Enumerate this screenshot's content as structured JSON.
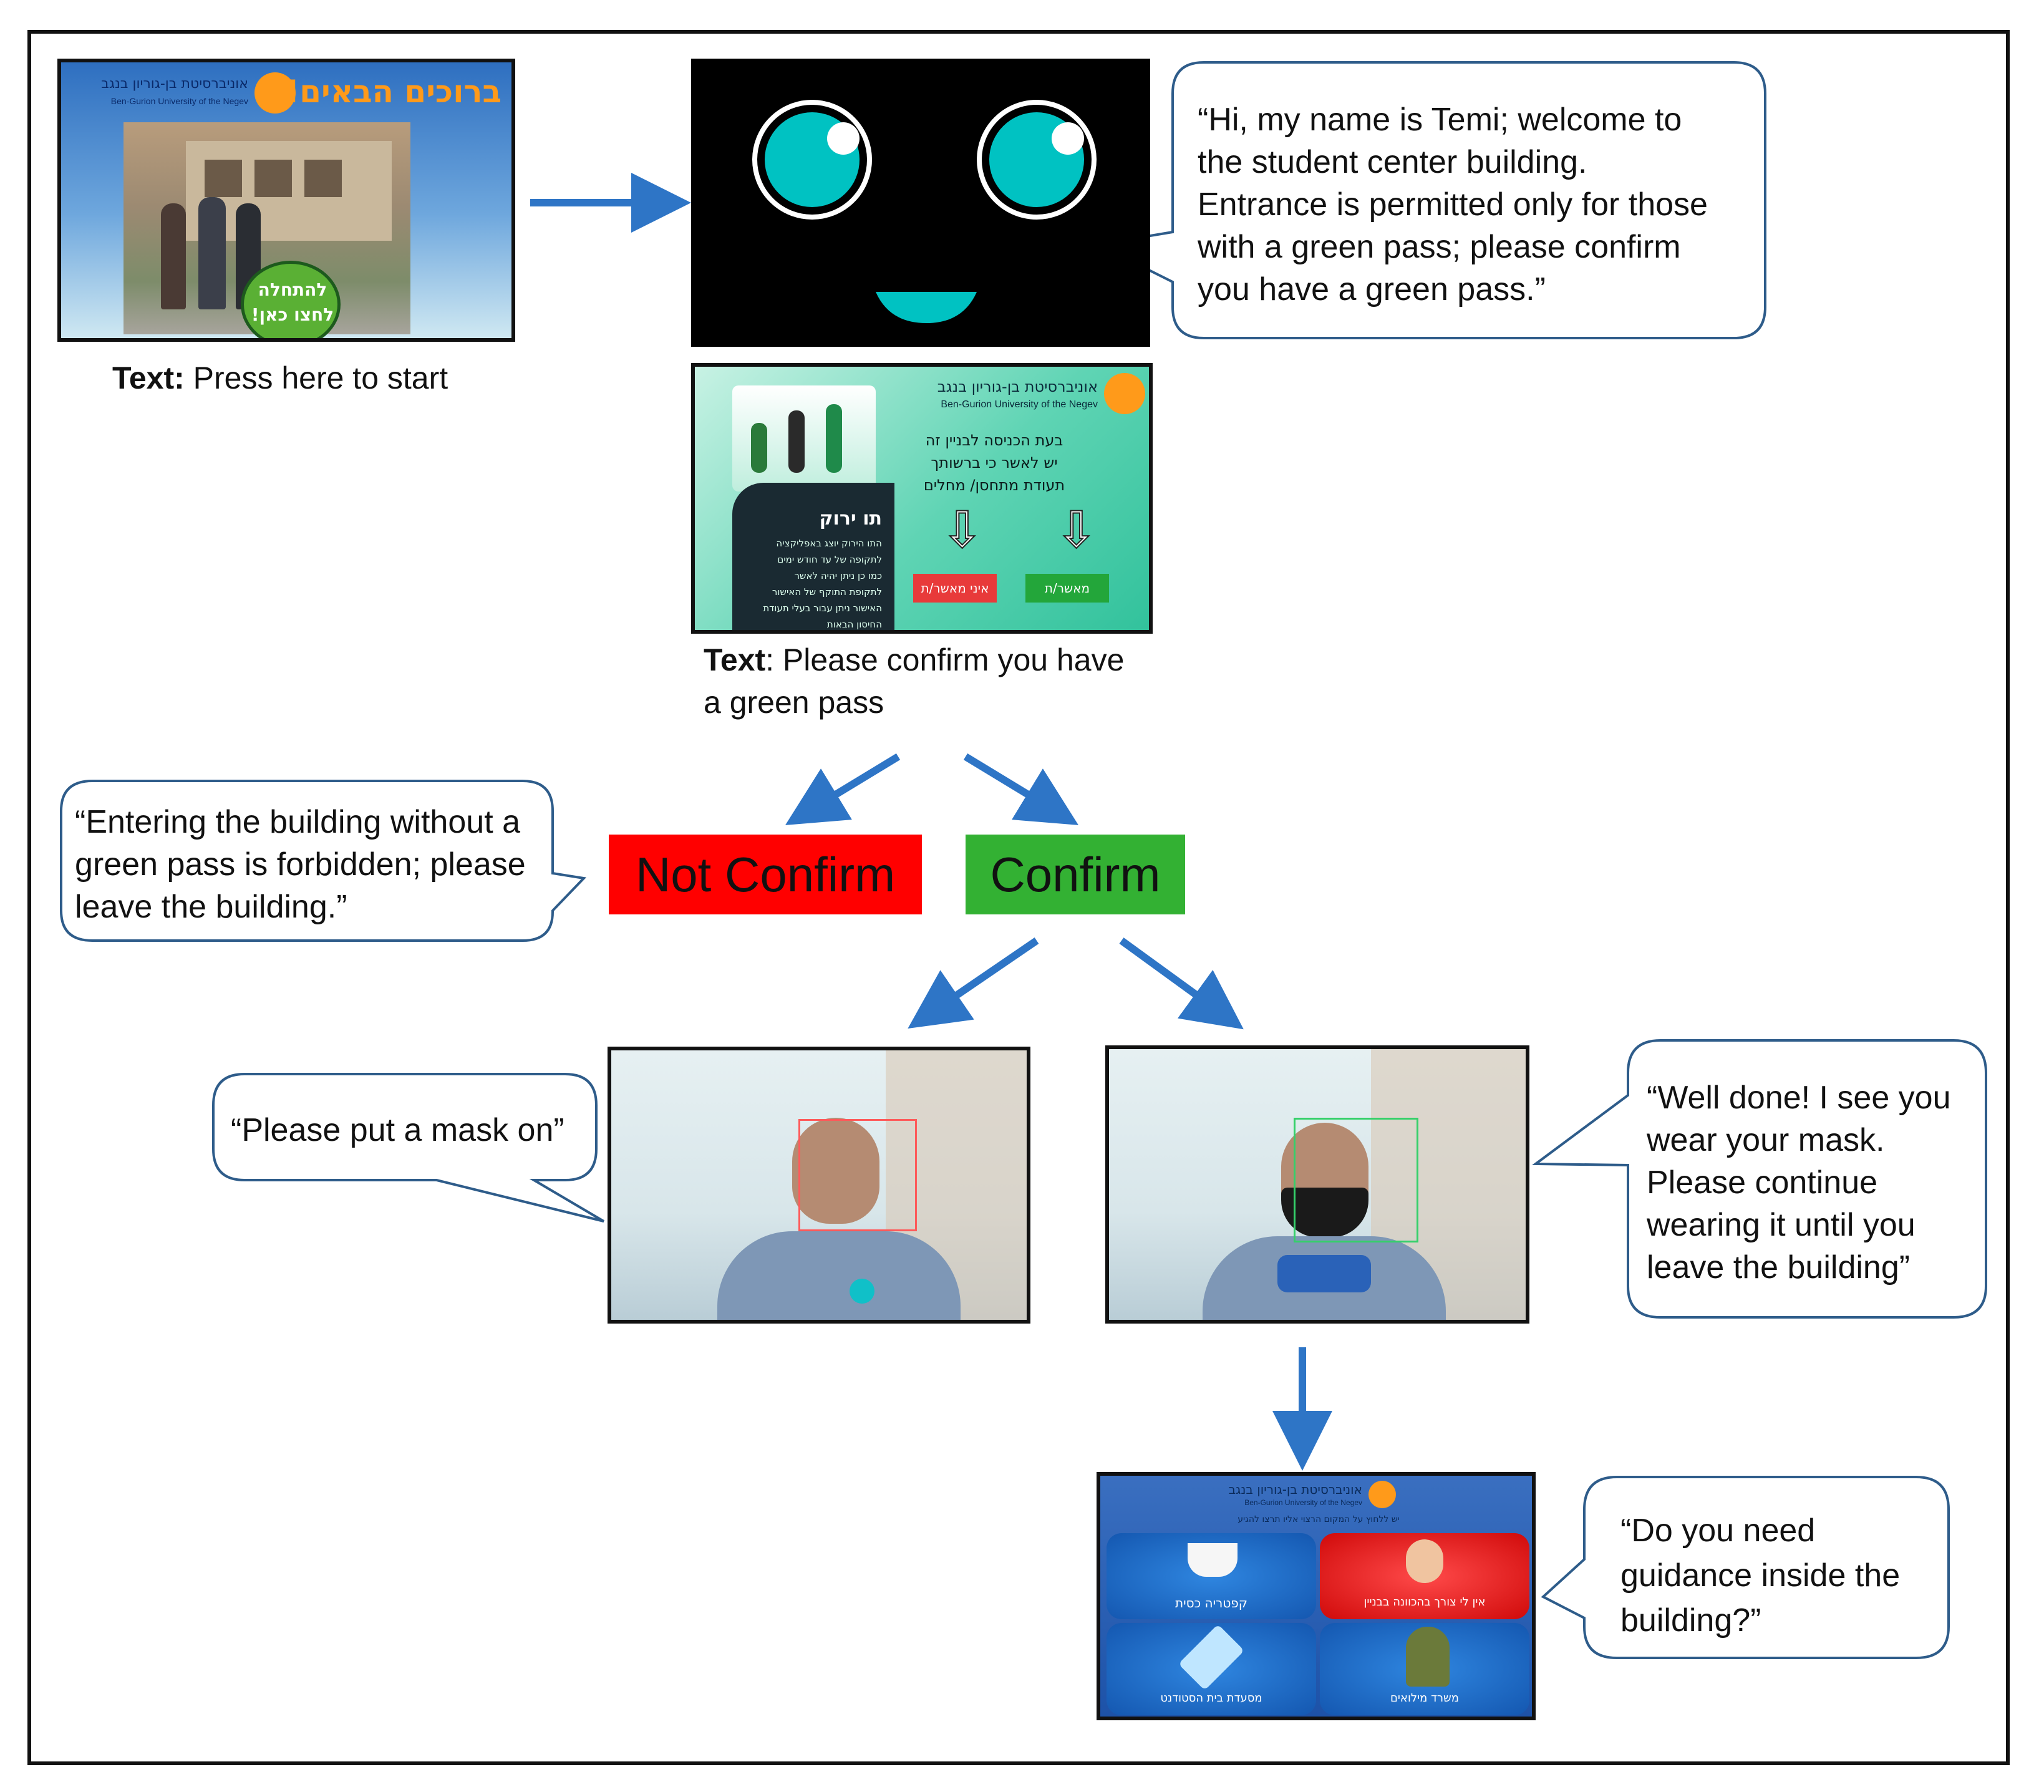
{
  "colors": {
    "arrow": "#2e75c6",
    "not_confirm": "#ff0000",
    "confirm": "#33b133",
    "bubble_border": "#2e5c8a",
    "teal": "#00c2c2"
  },
  "start_screen": {
    "welcome_heb": "ברוכים הבאים!",
    "university_heb": "אוניברסיטת בן-גוריון בנגב",
    "university_en": "Ben-Gurion University of the Negev",
    "start_button_heb_1": "להתחלה",
    "start_button_heb_2": "לחצו כאן!",
    "caption_bold": "Text:",
    "caption": " Press here to start"
  },
  "robot_speech": {
    "lines": [
      "“Hi, my name is Temi; welcome to",
      "the student center building.",
      "Entrance is permitted only for those",
      "with a green pass; please confirm",
      "you have a green pass.”"
    ]
  },
  "pass_screen": {
    "university_heb": "אוניברסיטת בן-גוריון בנגב",
    "university_en": "Ben-Gurion University of the Negev",
    "instruction_heb_1": "בעת הכניסה לבניין זה",
    "instruction_heb_2": "יש לאשר כי ברשותך",
    "instruction_heb_3": "תעודת מתחסן/ מחלים",
    "green_pass_heb": "תו ירוק",
    "info_heb_1": "התו הירוק יוצג באפליקציה",
    "info_heb_2": "לתקופה של עד חודש ימים",
    "info_heb_3": "כמו כן ניתן יהיה לאשר",
    "info_heb_4": "לתקופת התוקף של האישור",
    "info_heb_5": "האישור ניתן עבור בעלי תעודת",
    "info_heb_6": "החיסון הבאות",
    "not_confirm_heb": "איני מאשר/ת",
    "confirm_heb": "מאשר/ת",
    "caption_bold": "Text",
    "caption_1": ": Please confirm you have",
    "caption_2": "a green pass"
  },
  "forbidden_speech": {
    "lines": [
      "“Entering the building without a",
      "green pass is forbidden; please",
      "leave the building.”"
    ]
  },
  "buttons": {
    "not_confirm": "Not Confirm",
    "confirm": "Confirm"
  },
  "mask_speech": {
    "text": "“Please put a mask on”"
  },
  "well_done_speech": {
    "lines": [
      "“Well done! I see you",
      "wear your mask.",
      "Please continue",
      "wearing it until you",
      "leave the building”"
    ]
  },
  "menu_screen": {
    "university_heb": "אוניברסיטת בן-גוריון בנגב",
    "university_en": "Ben-Gurion University of the Negev",
    "subtitle_heb": "יש ללחוץ על המקום הרצוי אליו תרצו להגיע",
    "tile_coffee": "קפטריה כסית",
    "tile_no_guidance": "אין לי צורך בהכוונה בבניין",
    "tile_cafeteria": "מסעדת בית הסטודנט",
    "tile_reserves": "משרד מילואים"
  },
  "guidance_speech": {
    "lines": [
      "“Do you need",
      "guidance inside the",
      "building?”"
    ]
  }
}
